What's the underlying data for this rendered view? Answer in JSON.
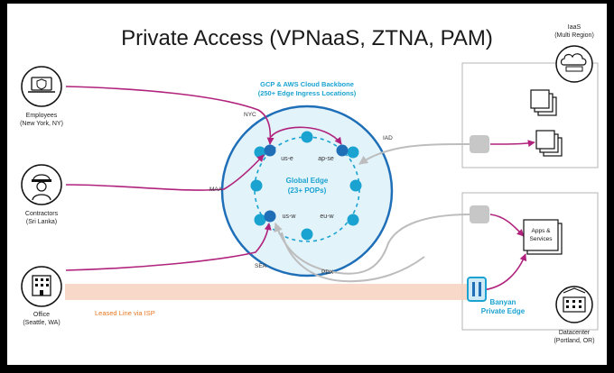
{
  "title": "Private Access (VPNaaS, ZTNA, PAM)",
  "backbone": {
    "line1": "GCP & AWS Cloud Backbone",
    "line2": "(250+ Edge Ingress Locations)"
  },
  "global_edge": {
    "line1": "Global Edge",
    "line2": "(23+ POPs)"
  },
  "pops": [
    "us-e",
    "ap-se",
    "us-w",
    "eu-w"
  ],
  "ingress": [
    "NYC",
    "MAA",
    "SEA",
    "IAD",
    "PDX"
  ],
  "users": [
    {
      "line1": "Employees",
      "line2": "(New York, NY)",
      "icon": "laptop-shield-icon"
    },
    {
      "line1": "Contractors",
      "line2": "(Sri Lanka)",
      "icon": "worker-icon"
    },
    {
      "line1": "Office",
      "line2": "(Seattle, WA)",
      "icon": "office-building-icon"
    }
  ],
  "iaas": {
    "line1": "IaaS",
    "line2": "(Multi Region)",
    "icon": "cloud-server-icon"
  },
  "apps": {
    "line1": "Apps &",
    "line2": "Services"
  },
  "banyan": {
    "line1": "Banyan",
    "line2": "Private Edge"
  },
  "datacenter": {
    "line1": "Datacenter",
    "line2": "(Portland, OR)",
    "icon": "datacenter-icon"
  },
  "leased_line": "Leased Line via ISP",
  "colors": {
    "accent": "#1aa3d1",
    "ring": "#1f6fb8",
    "path": "#b0227c",
    "gray_path": "#bdbdbd",
    "leased": "#f5c8b0",
    "leased_text": "#e87722"
  }
}
